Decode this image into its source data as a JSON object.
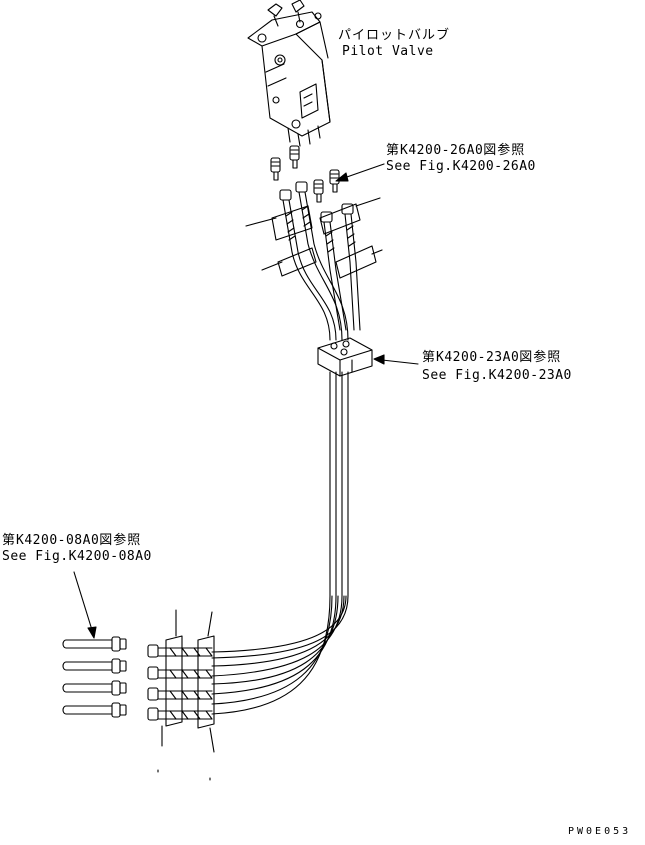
{
  "pilot_valve": {
    "label_jp": "パイロットバルブ",
    "label_en": "Pilot Valve"
  },
  "ref_26": {
    "jp_prefix": "第",
    "fig_no": "K4200-26A0",
    "jp_suffix": "図参照",
    "en": "See Fig.K4200-26A0"
  },
  "ref_23": {
    "jp_prefix": "第",
    "fig_no": "K4200-23A0",
    "jp_suffix": "図参照",
    "en": "See Fig.K4200-23A0"
  },
  "ref_08": {
    "jp_prefix": "第",
    "fig_no": "K4200-08A0",
    "jp_suffix": "図参照",
    "en": "See Fig.K4200-08A0"
  },
  "drawing_code": "PW0E053",
  "colors": {
    "line": "#000000",
    "background": "#ffffff"
  }
}
